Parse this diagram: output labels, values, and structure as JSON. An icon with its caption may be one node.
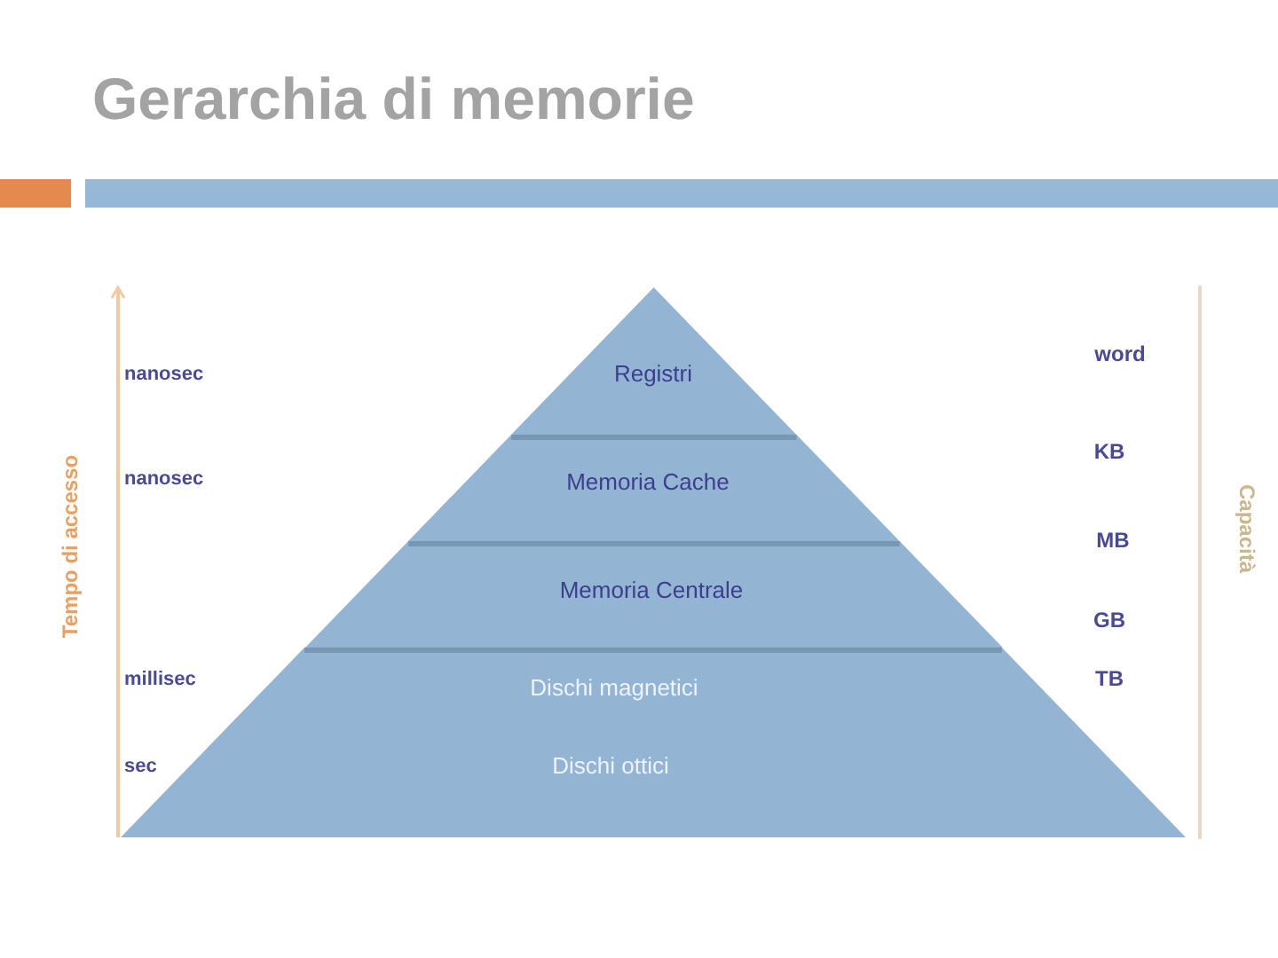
{
  "diagram": {
    "title": "Gerarchia di memorie",
    "nodes": [
      {
        "text": [
          "Registri"
        ]
      },
      {
        "text": [
          "Memoria Cache"
        ]
      },
      {
        "text": [
          "Memoria Centrale"
        ]
      },
      {
        "text": [
          "Dischi magnetici",
          "Dischi ottici"
        ]
      }
    ],
    "labels": [
      "Tempo di accesso",
      "nanosec",
      "nanosec",
      "millisec",
      "sec",
      "word",
      "KB",
      "MB",
      "GB",
      "TB",
      "Capacità"
    ]
  }
}
